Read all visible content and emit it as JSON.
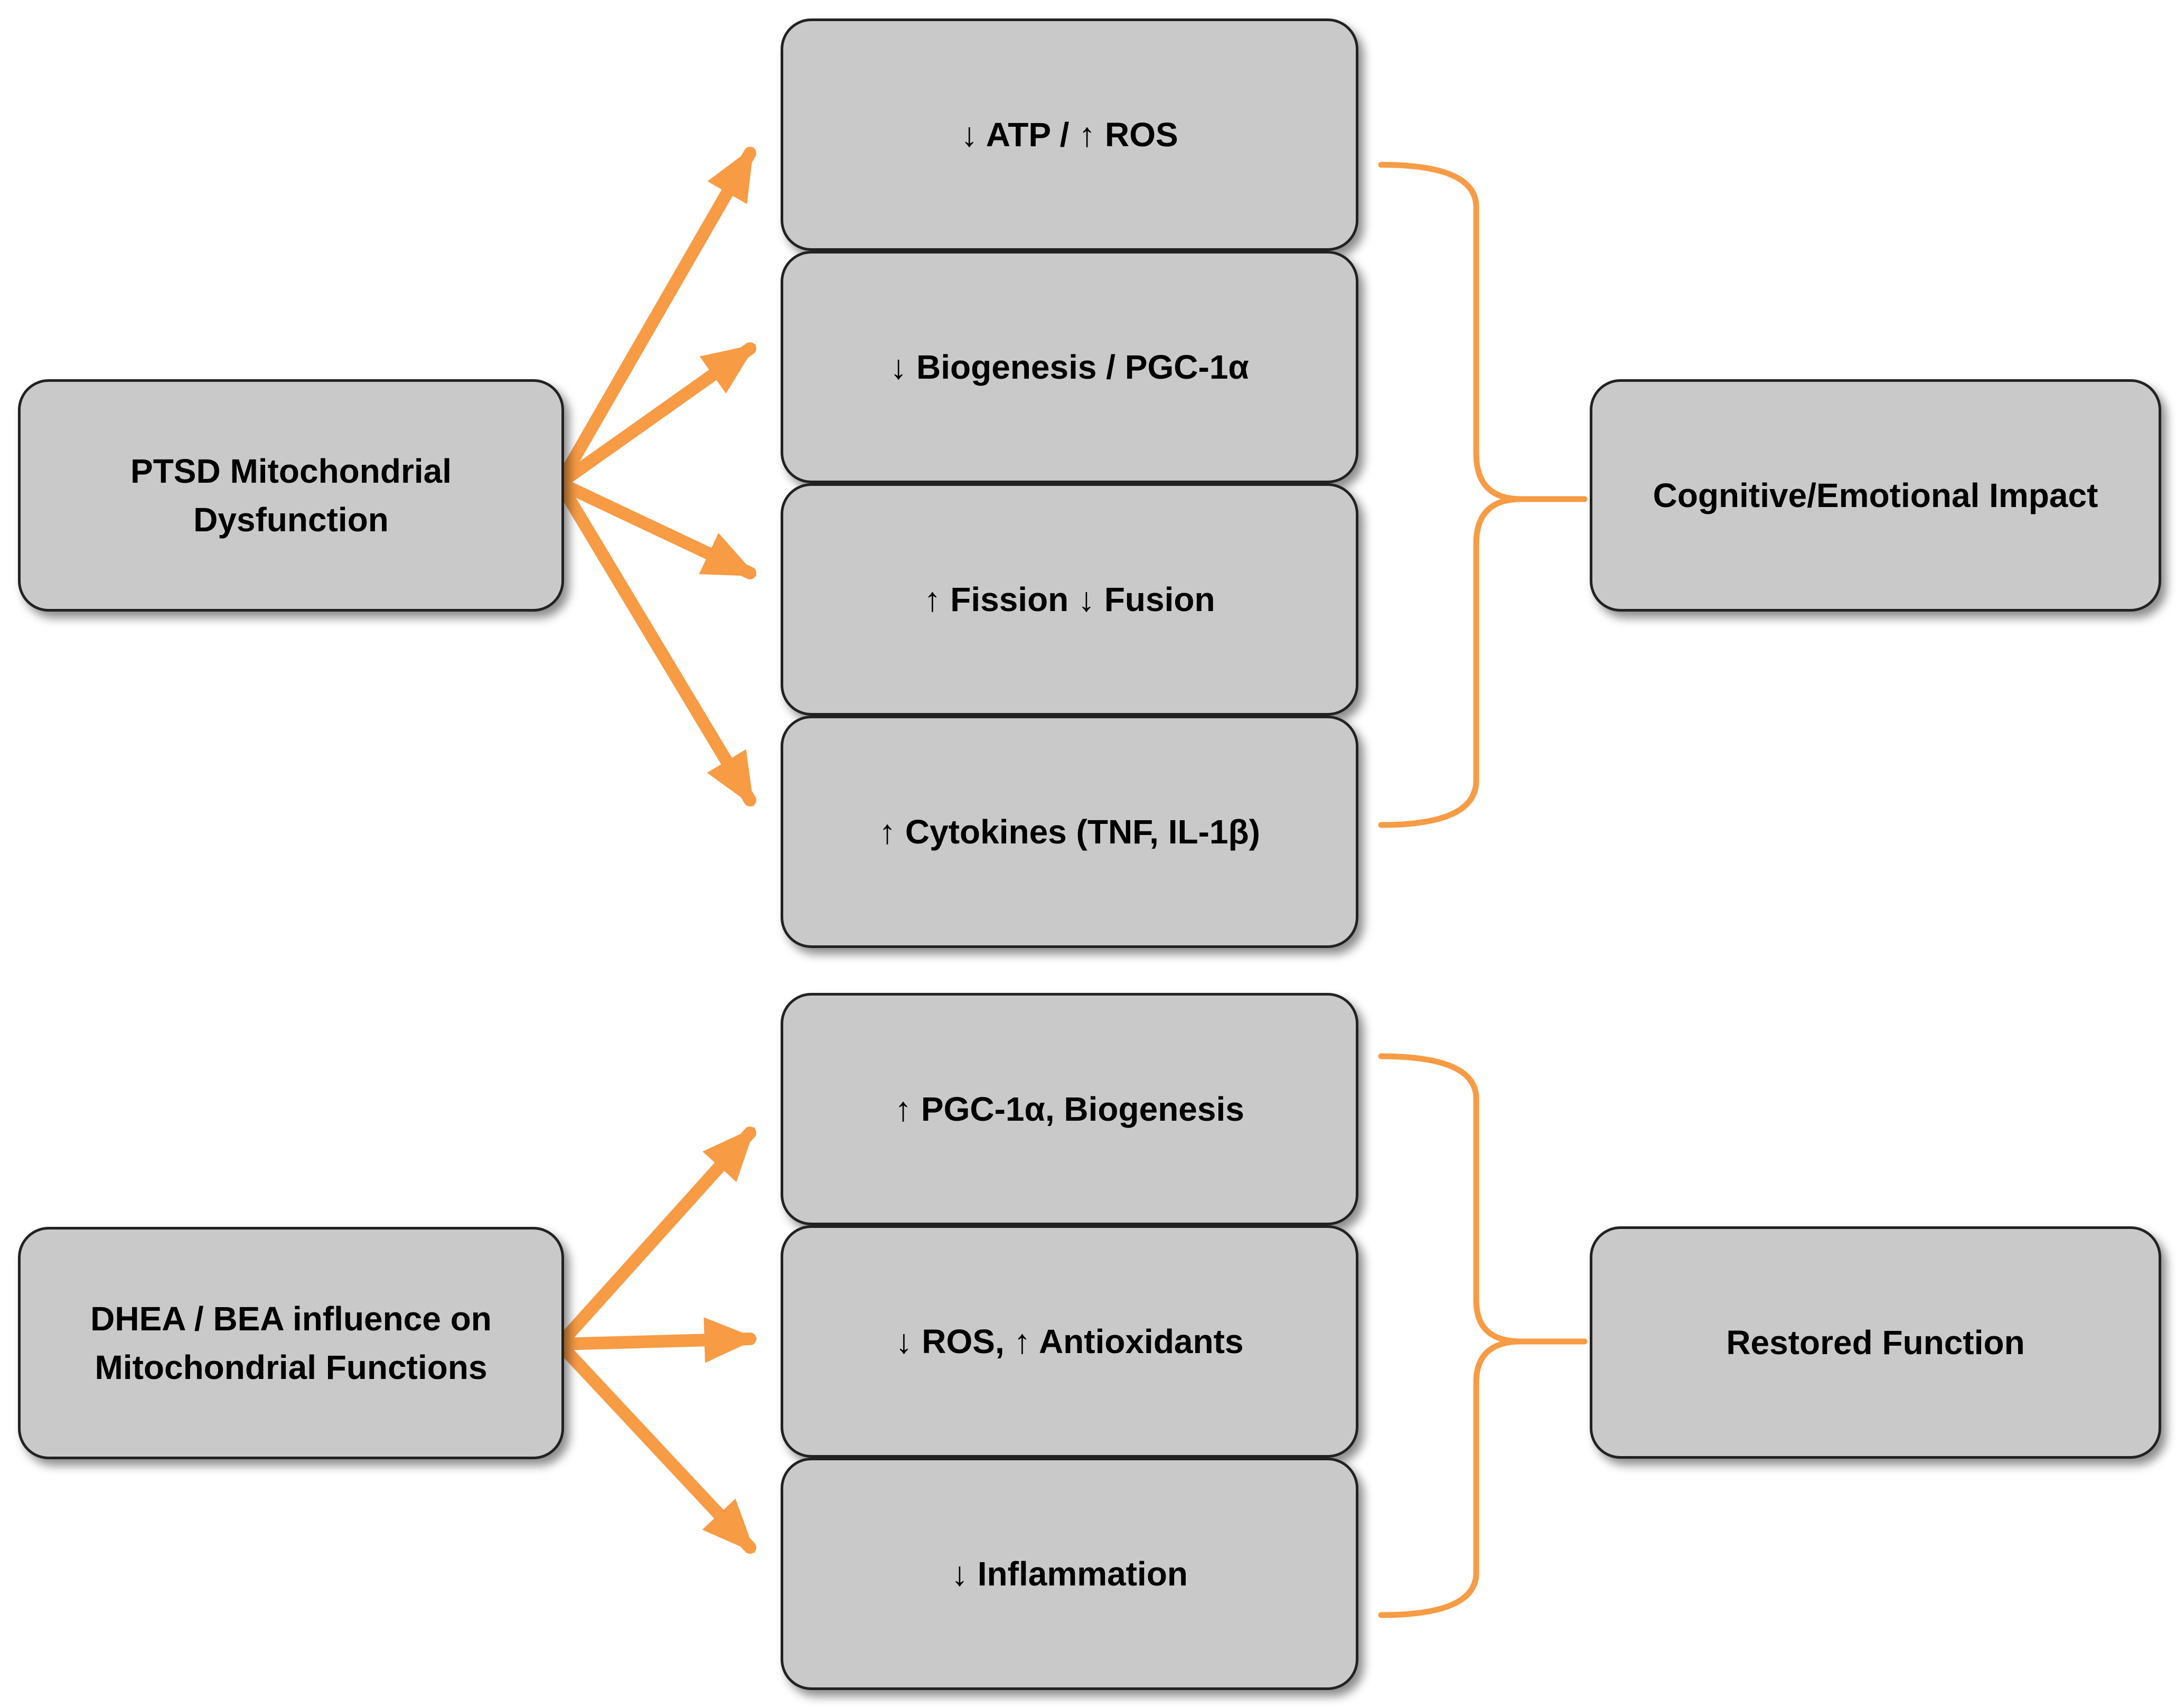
{
  "diagram": {
    "top_group": {
      "source": "PTSD Mitochondrial\nDysfunction",
      "effects": [
        "↓ ATP / ↑ ROS",
        "↓ Biogenesis / PGC-1α",
        "↑ Fission ↓ Fusion",
        "↑ Cytokines (TNF, IL-1β)"
      ],
      "outcome": "Cognitive/Emotional Impact"
    },
    "bottom_group": {
      "source": "DHEA / BEA influence on\nMitochondrial Functions",
      "effects": [
        "↑ PGC-1α, Biogenesis",
        "↓ ROS, ↑ Antioxidants",
        "↓ Inflammation"
      ],
      "outcome": "Restored Function"
    },
    "colors": {
      "arrow": "#F79B45",
      "box_fill": "#C9C9C9",
      "box_border": "#222222",
      "text": "#000000"
    }
  }
}
